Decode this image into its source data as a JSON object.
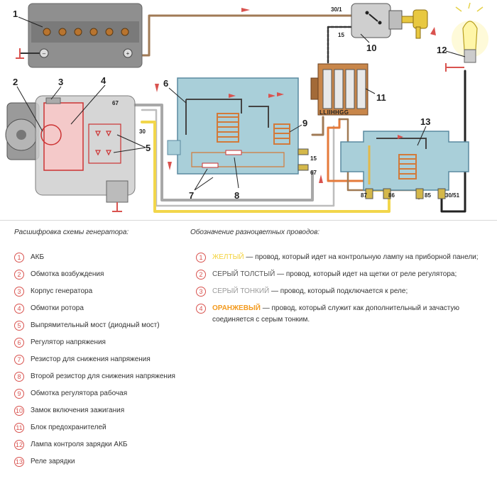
{
  "diagram": {
    "callouts": [
      "1",
      "2",
      "3",
      "4",
      "5",
      "6",
      "7",
      "8",
      "9",
      "10",
      "11",
      "12",
      "13"
    ],
    "pins": {
      "gen_67": "67",
      "gen_30": "30",
      "reg_15": "15",
      "reg_67": "67",
      "ign_30_1": "30/1",
      "ign_15": "15",
      "fuse_labels": "LLIIHHGG",
      "relay_87": "87",
      "relay_86": "86",
      "relay_85": "85",
      "relay_30_51": "30/51"
    },
    "colors": {
      "yellow_wire": "#f2d64b",
      "gray_thick_wire": "#a8a8a8",
      "gray_thin_wire": "#bdbdbd",
      "orange_wire": "#e57a3a",
      "brown_wire": "#a07a55",
      "housing_blue": "#a9cfd9",
      "coil_copper": "#d27a3a",
      "arrow_red": "#d9534f"
    }
  },
  "legend_left": {
    "title": "Расшифровка схемы генератора:",
    "items": [
      {
        "n": "1",
        "text": "АКБ"
      },
      {
        "n": "2",
        "text": "Обмотка возбуждения"
      },
      {
        "n": "3",
        "text": "Корпус генератора"
      },
      {
        "n": "4",
        "text": "Обмотки ротора"
      },
      {
        "n": "5",
        "text": "Выпрямительный мост (диодный мост)"
      },
      {
        "n": "6",
        "text": "Регулятор напряжения"
      },
      {
        "n": "7",
        "text": "Резистор для снижения напряжения"
      },
      {
        "n": "8",
        "text": "Второй резистор для снижения напряжения"
      },
      {
        "n": "9",
        "text": "Обмотка регулятора рабочая"
      },
      {
        "n": "10",
        "text": "Замок включения зажигания"
      },
      {
        "n": "11",
        "text": "Блок предохранителей"
      },
      {
        "n": "12",
        "text": "Лампа контроля зарядки АКБ"
      },
      {
        "n": "13",
        "text": "Реле зарядки"
      }
    ]
  },
  "legend_right": {
    "title": "Обозначение разноцветных проводов:",
    "items": [
      {
        "n": "1",
        "name": "ЖЕЛТЫЙ",
        "name_color": "#f3d23a",
        "text": " — провод, который идет на контрольную лампу на приборной панели;"
      },
      {
        "n": "2",
        "name": "СЕРЫЙ ТОЛСТЫЙ",
        "name_color": "#555555",
        "text": " — провод,  который идет на щетки от реле регулятора;"
      },
      {
        "n": "3",
        "name": "СЕРЫЙ ТОНКИЙ",
        "name_color": "#9a9a9a",
        "text": " — провод, который подключается к реле;"
      },
      {
        "n": "4",
        "name": "ОРАНЖЕВЫЙ",
        "name_color": "#f39a1e",
        "text": " — провод, который служит как дополнительный и зачастую",
        "text2": "соединяется с серым тонким."
      }
    ]
  }
}
